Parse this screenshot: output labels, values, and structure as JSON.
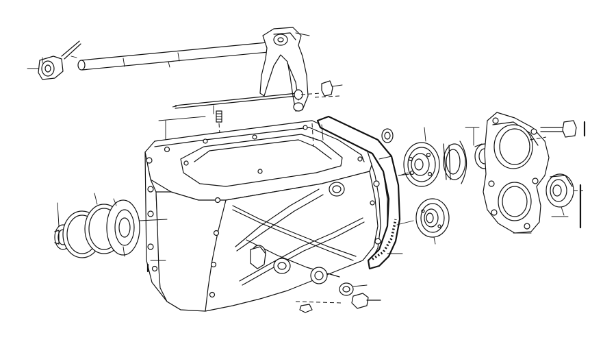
{
  "diagram": {
    "parts": [
      "shift-lever-end",
      "pin",
      "shift-rod",
      "shift-fork",
      "shift-rail",
      "detent-spring",
      "gearbox-housing",
      "gasket",
      "seal-ring",
      "bearing",
      "bearing-shim",
      "rear-cover",
      "oil-seal",
      "bolt",
      "front-bearing",
      "circlip",
      "snap-ring",
      "drain-plug",
      "washer"
    ]
  }
}
